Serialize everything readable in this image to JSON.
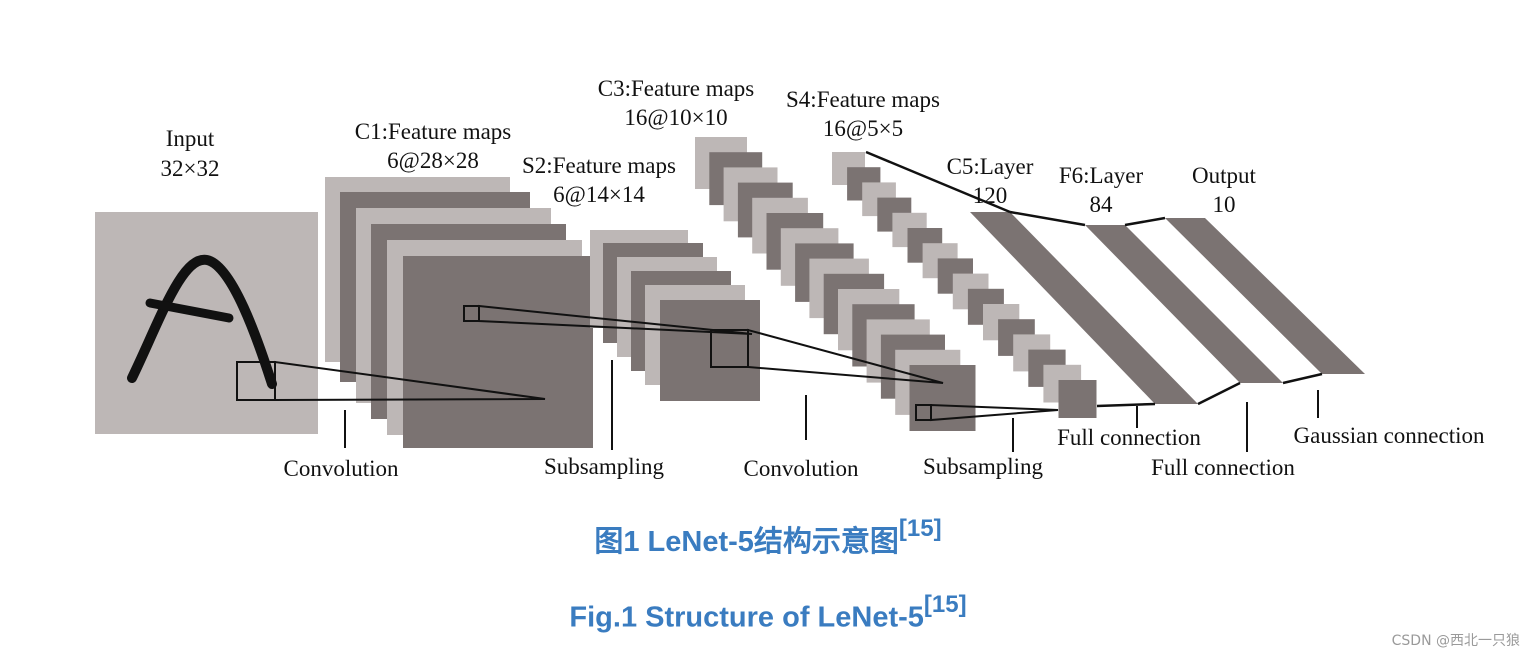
{
  "colors": {
    "light": "#bdb7b6",
    "dark": "#7b7372",
    "ink": "#111111",
    "caption": "#3a7cc0"
  },
  "layers": {
    "input": {
      "name": "Input",
      "size": "32×32"
    },
    "c1": {
      "name": "C1:Feature maps",
      "size": "6@28×28"
    },
    "s2": {
      "name": "S2:Feature maps",
      "size": "6@14×14"
    },
    "c3": {
      "name": "C3:Feature maps",
      "size": "16@10×10"
    },
    "s4": {
      "name": "S4:Feature maps",
      "size": "16@5×5"
    },
    "c5": {
      "name": "C5:Layer",
      "size": "120"
    },
    "f6": {
      "name": "F6:Layer",
      "size": "84"
    },
    "output": {
      "name": "Output",
      "size": "10"
    }
  },
  "operations": {
    "convolution_1": "Convolution",
    "subsampling_1": "Subsampling",
    "convolution_2": "Convolution",
    "subsampling_2": "Subsampling",
    "full_connection_1": "Full connection",
    "full_connection_2": "Full connection",
    "gaussian": "Gaussian connection"
  },
  "caption": {
    "zh": "图1  LeNet-5结构示意图",
    "zh_ref": "[15]",
    "en": "Fig.1  Structure of LeNet-5",
    "en_ref": "[15]"
  },
  "watermark": "CSDN @西北一只狼"
}
